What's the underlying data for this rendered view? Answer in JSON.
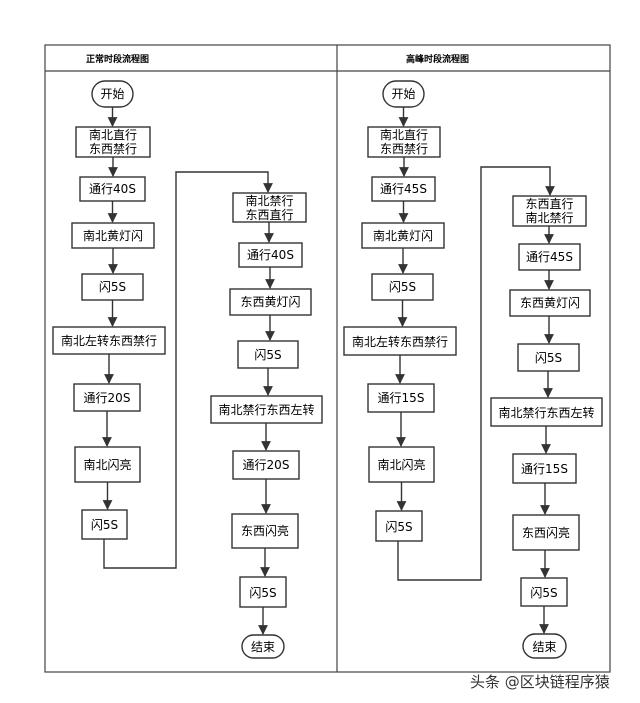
{
  "lanes": {
    "normal": {
      "title": "正常时段流程图",
      "start": "开始",
      "col1": [
        "南北直行\n东西禁行",
        "通行40S",
        "南北黄灯闪",
        "闪5S",
        "南北左转东西禁行",
        "通行20S",
        "南北闪亮",
        "闪5S"
      ],
      "col2": [
        "南北禁行\n东西直行",
        "通行40S",
        "东西黄灯闪",
        "闪5S",
        "南北禁行东西左转",
        "通行20S",
        "东西闪亮",
        "闪5S"
      ],
      "end": "结束"
    },
    "peak": {
      "title": "高峰时段流程图",
      "start": "开始",
      "col1": [
        "南北直行\n东西禁行",
        "通行45S",
        "南北黄灯闪",
        "闪5S",
        "南北左转东西禁行",
        "通行15S",
        "南北闪亮",
        "闪5S"
      ],
      "col2": [
        "东西直行\n南北禁行",
        "通行45S",
        "东西黄灯闪",
        "闪5S",
        "南北禁行东西左转",
        "通行15S",
        "东西闪亮",
        "闪5S"
      ],
      "end": "结束"
    }
  },
  "watermark": "头条 @区块链程序猿"
}
